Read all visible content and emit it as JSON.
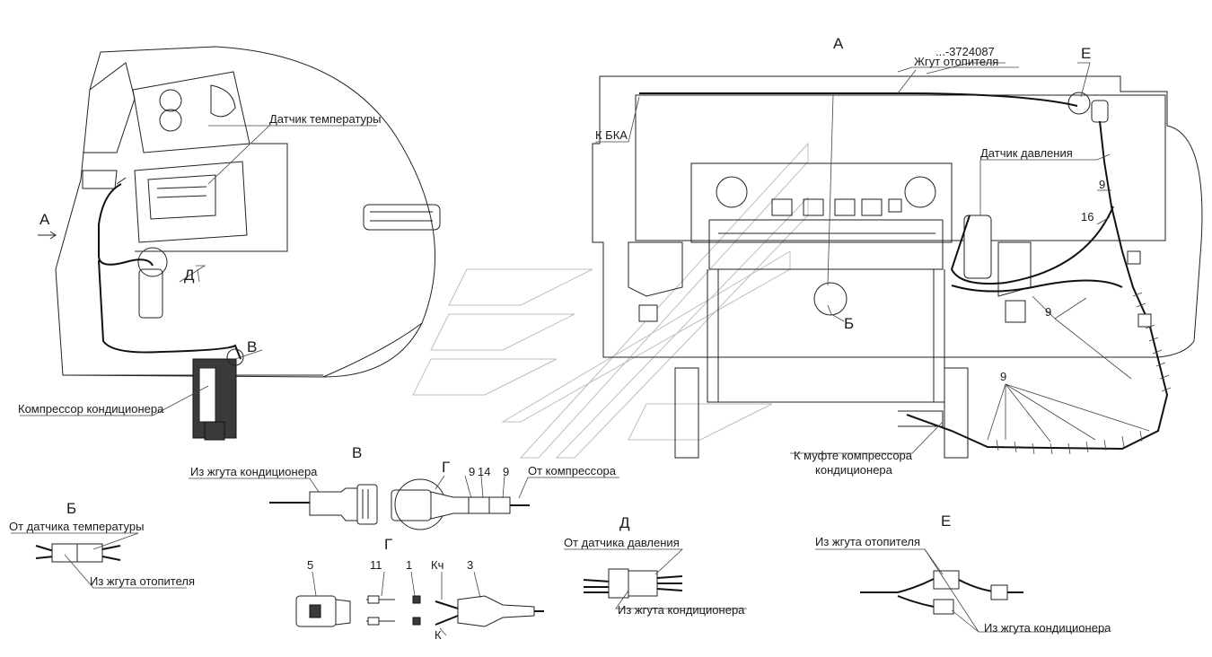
{
  "labels": {
    "view_a_arrow": "А",
    "view_a_title": "А",
    "part_number": "...-3724087",
    "heater_harness": "Жгут отопителя",
    "k_bka": "К БКА",
    "temp_sensor": "Датчик температуры",
    "pressure_sensor": "Датчик давления",
    "compressor": "Компрессор кондиционера",
    "to_compressor_coupling_1": "К муфте компрессора",
    "to_compressor_coupling_2": "кондиционера",
    "callout_d": "Д",
    "callout_v": "В",
    "callout_b": "Б",
    "callout_e": "Е",
    "callout_g": "Г",
    "num_9a": "9",
    "num_16": "16",
    "num_9b": "9",
    "num_9c": "9"
  },
  "detail_b": {
    "title": "Б",
    "from": "От датчика температуры",
    "harness": "Из жгута отопителя"
  },
  "detail_v": {
    "title": "В",
    "left": "Из жгута кондиционера",
    "right": "От компрессора",
    "g": "Г",
    "n1": "9",
    "n2": "14",
    "n3": "9"
  },
  "detail_g": {
    "title": "Г",
    "n5": "5",
    "n11": "11",
    "n1": "1",
    "kch": "Кч",
    "n3": "3",
    "k": "К"
  },
  "detail_d": {
    "title": "Д",
    "from": "От датчика давления",
    "harness": "Из жгута кондиционера"
  },
  "detail_e": {
    "title": "Е",
    "heater": "Из жгута отопителя",
    "ac": "Из жгута кондиционера"
  }
}
